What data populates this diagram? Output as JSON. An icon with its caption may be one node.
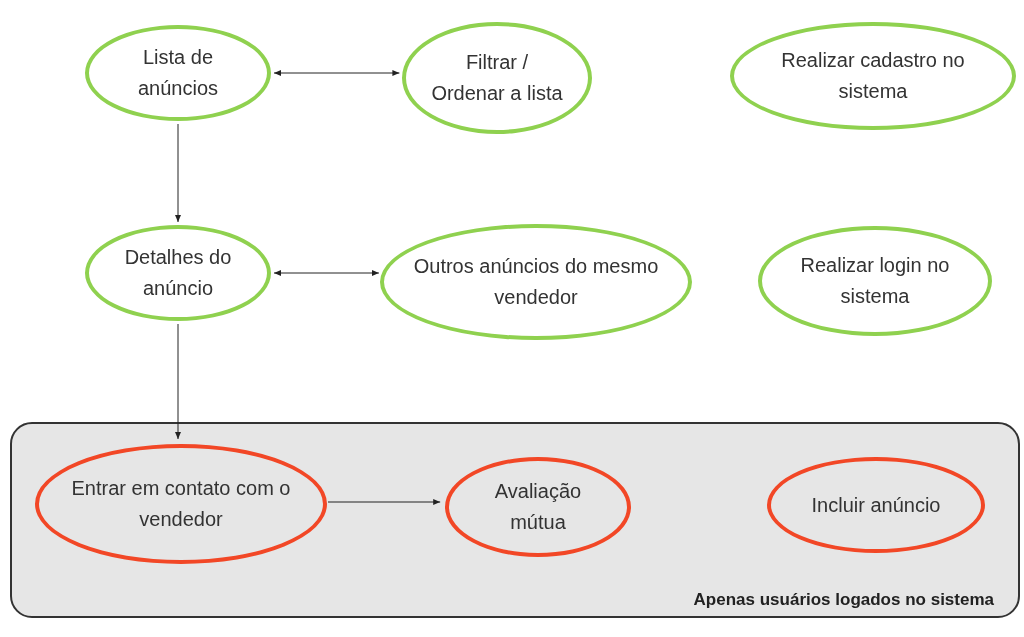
{
  "diagram": {
    "nodes": [
      {
        "text": [
          "Lista de anúncios"
        ]
      },
      {
        "text": [
          "Filtrar / Ordenar a lista"
        ]
      },
      {
        "text": [
          "Realizar cadastro no sistema"
        ]
      },
      {
        "text": [
          "Detalhes do anúncio"
        ]
      },
      {
        "text": [
          "Outros anúncios do mesmo vendedor"
        ]
      },
      {
        "text": [
          "Realizar login no sistema"
        ]
      },
      {
        "text": [
          "Apenas usuários logados no sistema"
        ]
      },
      {
        "text": [
          "Entrar em contato com o vendedor"
        ],
        "in": 6
      },
      {
        "text": [
          "Avaliação mútua"
        ],
        "in": 6
      },
      {
        "text": [
          "Incluir anúncio"
        ],
        "in": 6
      }
    ],
    "edges": [
      {
        "from": 0,
        "to": 1,
        "arrow": "both"
      },
      {
        "from": 0,
        "to": 3,
        "arrow": "to"
      },
      {
        "from": 3,
        "to": 4,
        "arrow": "both"
      },
      {
        "from": 3,
        "to": 7,
        "arrow": "to"
      },
      {
        "from": 7,
        "to": 8,
        "arrow": "to"
      }
    ]
  }
}
